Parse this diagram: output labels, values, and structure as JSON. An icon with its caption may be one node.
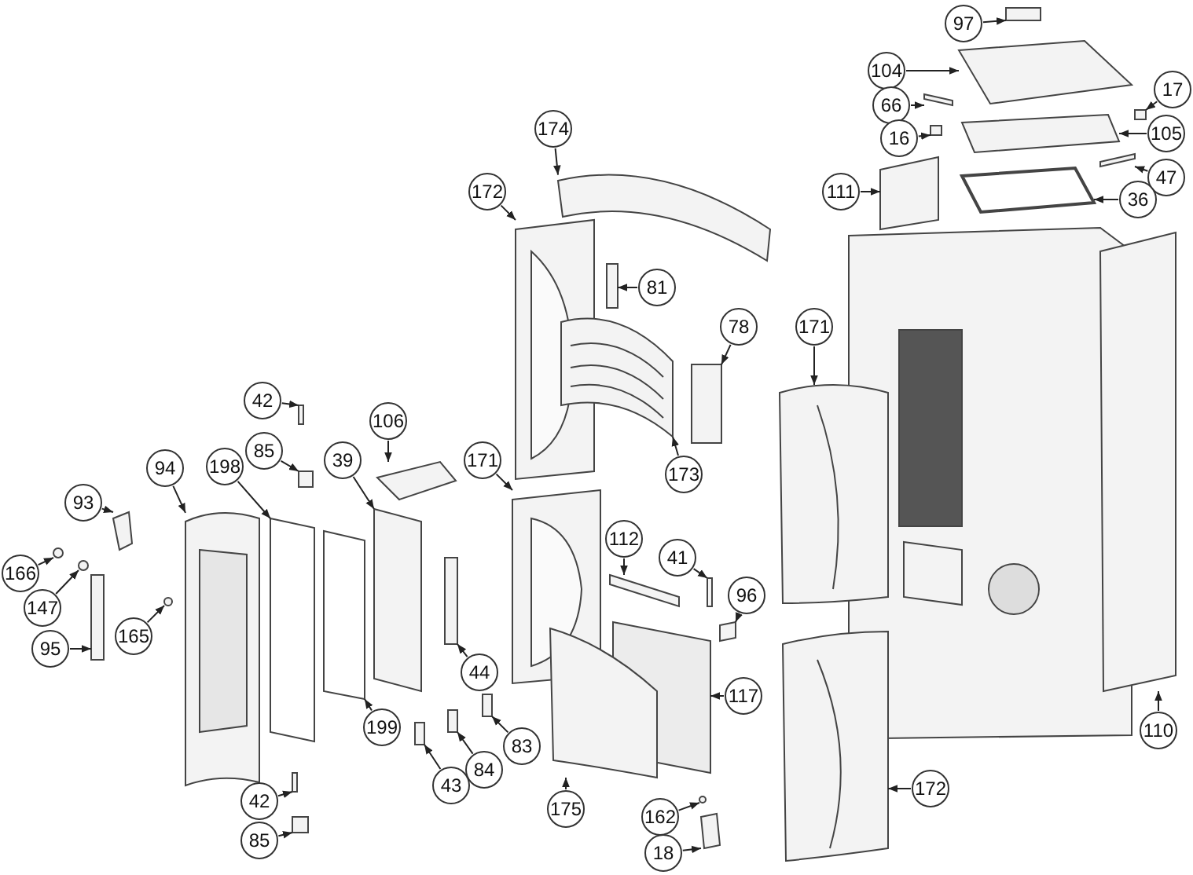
{
  "diagram": {
    "nodes": [
      {
        "text": [
          "97"
        ]
      },
      {
        "text": [
          "104"
        ]
      },
      {
        "text": [
          "17"
        ]
      },
      {
        "text": [
          "66"
        ]
      },
      {
        "text": [
          "105"
        ]
      },
      {
        "text": [
          "16"
        ]
      },
      {
        "text": [
          "47"
        ]
      },
      {
        "text": [
          "111"
        ]
      },
      {
        "text": [
          "36"
        ]
      },
      {
        "text": [
          "174"
        ]
      },
      {
        "text": [
          "172"
        ]
      },
      {
        "text": [
          "81"
        ]
      },
      {
        "text": [
          "78"
        ]
      },
      {
        "text": [
          "171"
        ]
      },
      {
        "text": [
          "42"
        ]
      },
      {
        "text": [
          "106"
        ]
      },
      {
        "text": [
          "85"
        ]
      },
      {
        "text": [
          "94"
        ]
      },
      {
        "text": [
          "198"
        ]
      },
      {
        "text": [
          "39"
        ]
      },
      {
        "text": [
          "171"
        ]
      },
      {
        "text": [
          "173"
        ]
      },
      {
        "text": [
          "93"
        ]
      },
      {
        "text": [
          "112"
        ]
      },
      {
        "text": [
          "41"
        ]
      },
      {
        "text": [
          "166"
        ]
      },
      {
        "text": [
          "96"
        ]
      },
      {
        "text": [
          "147"
        ]
      },
      {
        "text": [
          "165"
        ]
      },
      {
        "text": [
          "95"
        ]
      },
      {
        "text": [
          "44"
        ]
      },
      {
        "text": [
          "117"
        ]
      },
      {
        "text": [
          "199"
        ]
      },
      {
        "text": [
          "110"
        ]
      },
      {
        "text": [
          "83"
        ]
      },
      {
        "text": [
          "84"
        ]
      },
      {
        "text": [
          "43"
        ]
      },
      {
        "text": [
          "172"
        ]
      },
      {
        "text": [
          "42"
        ]
      },
      {
        "text": [
          "175"
        ]
      },
      {
        "text": [
          "162"
        ]
      },
      {
        "text": [
          "85"
        ]
      },
      {
        "text": [
          "18"
        ]
      },
      {
        "text": [],
        "shape": "box"
      },
      {
        "text": [],
        "shape": "box"
      },
      {
        "text": [],
        "shape": "box"
      },
      {
        "text": [],
        "shape": "box"
      },
      {
        "text": [],
        "shape": "box"
      },
      {
        "text": [],
        "shape": "box"
      },
      {
        "text": [],
        "shape": "box"
      },
      {
        "text": [],
        "shape": "box"
      },
      {
        "text": [],
        "shape": "box"
      },
      {
        "text": [],
        "shape": "box"
      },
      {
        "text": [],
        "shape": "picture"
      },
      {
        "text": [],
        "shape": "box"
      },
      {
        "text": [],
        "shape": "box"
      },
      {
        "text": [],
        "shape": "picture"
      },
      {
        "text": [],
        "shape": "box"
      },
      {
        "text": [],
        "shape": "box"
      },
      {
        "text": [],
        "shape": "box"
      },
      {
        "text": [],
        "shape": "picture"
      },
      {
        "text": [],
        "shape": "box"
      },
      {
        "text": [],
        "shape": "box"
      },
      {
        "text": [],
        "shape": "picture"
      },
      {
        "text": [],
        "shape": "picture"
      },
      {
        "text": [],
        "shape": "box"
      },
      {
        "text": [],
        "shape": "box"
      },
      {
        "text": [],
        "shape": "box"
      },
      {
        "text": [],
        "shape": "circle"
      },
      {
        "text": [],
        "shape": "box"
      },
      {
        "text": [],
        "shape": "circle"
      },
      {
        "text": [],
        "shape": "circle"
      },
      {
        "text": [],
        "shape": "box"
      },
      {
        "text": [],
        "shape": "box"
      },
      {
        "text": [],
        "shape": "box"
      },
      {
        "text": [],
        "shape": "box"
      },
      {
        "text": [],
        "shape": "box"
      },
      {
        "text": [],
        "shape": "box"
      },
      {
        "text": [],
        "shape": "box"
      },
      {
        "text": [],
        "shape": "box"
      },
      {
        "text": [],
        "shape": "picture"
      },
      {
        "text": [],
        "shape": "box"
      },
      {
        "text": [],
        "shape": "box"
      },
      {
        "text": [],
        "shape": "circle"
      },
      {
        "text": [],
        "shape": "box"
      },
      {
        "text": [],
        "shape": "box"
      }
    ],
    "edges": [
      {
        "from": 0,
        "to": 43,
        "arrow": "to"
      },
      {
        "from": 1,
        "to": 44,
        "arrow": "to"
      },
      {
        "from": 2,
        "to": 45,
        "arrow": "to"
      },
      {
        "from": 3,
        "to": 46,
        "arrow": "to"
      },
      {
        "from": 4,
        "to": 47,
        "arrow": "to"
      },
      {
        "from": 5,
        "to": 48,
        "arrow": "to"
      },
      {
        "from": 6,
        "to": 49,
        "arrow": "to"
      },
      {
        "from": 7,
        "to": 50,
        "arrow": "to"
      },
      {
        "from": 8,
        "to": 51,
        "arrow": "to"
      },
      {
        "from": 9,
        "to": 52,
        "arrow": "to"
      },
      {
        "from": 10,
        "to": 53,
        "arrow": "to"
      },
      {
        "from": 11,
        "to": 54,
        "arrow": "to"
      },
      {
        "from": 12,
        "to": 55,
        "arrow": "to"
      },
      {
        "from": 13,
        "to": 56,
        "arrow": "to"
      },
      {
        "from": 14,
        "to": 57,
        "arrow": "to"
      },
      {
        "from": 15,
        "to": 58,
        "arrow": "to"
      },
      {
        "from": 16,
        "to": 59,
        "arrow": "to"
      },
      {
        "from": 17,
        "to": 60,
        "arrow": "to"
      },
      {
        "from": 18,
        "to": 61,
        "arrow": "to"
      },
      {
        "from": 19,
        "to": 62,
        "arrow": "to"
      },
      {
        "from": 20,
        "to": 63,
        "arrow": "to"
      },
      {
        "from": 21,
        "to": 64,
        "arrow": "to"
      },
      {
        "from": 22,
        "to": 65,
        "arrow": "to"
      },
      {
        "from": 23,
        "to": 66,
        "arrow": "to"
      },
      {
        "from": 24,
        "to": 67,
        "arrow": "to"
      },
      {
        "from": 25,
        "to": 68,
        "arrow": "to"
      },
      {
        "from": 26,
        "to": 69,
        "arrow": "to"
      },
      {
        "from": 27,
        "to": 70,
        "arrow": "to"
      },
      {
        "from": 28,
        "to": 71,
        "arrow": "to"
      },
      {
        "from": 29,
        "to": 72,
        "arrow": "to"
      },
      {
        "from": 30,
        "to": 73,
        "arrow": "to"
      },
      {
        "from": 31,
        "to": 74,
        "arrow": "to"
      },
      {
        "from": 32,
        "to": 75,
        "arrow": "to"
      },
      {
        "from": 33,
        "to": 76,
        "arrow": "to"
      },
      {
        "from": 34,
        "to": 77,
        "arrow": "to"
      },
      {
        "from": 35,
        "to": 78,
        "arrow": "to"
      },
      {
        "from": 36,
        "to": 79,
        "arrow": "to"
      },
      {
        "from": 37,
        "to": 80,
        "arrow": "to"
      },
      {
        "from": 38,
        "to": 81,
        "arrow": "to"
      },
      {
        "from": 39,
        "to": 82,
        "arrow": "to"
      },
      {
        "from": 40,
        "to": 83,
        "arrow": "to"
      },
      {
        "from": 41,
        "to": 84,
        "arrow": "to"
      },
      {
        "from": 42,
        "to": 85,
        "arrow": "to"
      }
    ]
  }
}
